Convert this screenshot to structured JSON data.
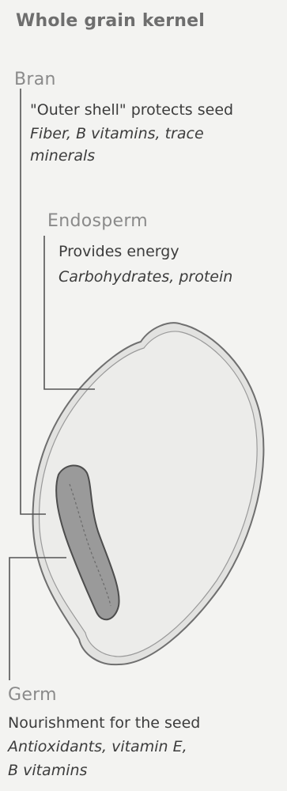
{
  "title": "Whole grain kernel",
  "bran": {
    "heading": "Bran",
    "desc": "\"Outer shell\" protects seed",
    "nutrients_line1": "Fiber, B vitamins, trace",
    "nutrients_line2": "minerals"
  },
  "endosperm": {
    "heading": "Endosperm",
    "desc": "Provides energy",
    "nutrients": "Carbohydrates, protein"
  },
  "germ": {
    "heading": "Germ",
    "desc": "Nourishment for the seed",
    "nutrients_line1": "Antioxidants, vitamin E,",
    "nutrients_line2": "B vitamins"
  },
  "colors": {
    "kernel_fill": "#ececea",
    "kernel_stroke": "#6f6f6f",
    "germ_fill": "#9a9a9a",
    "leader": "#555555"
  }
}
